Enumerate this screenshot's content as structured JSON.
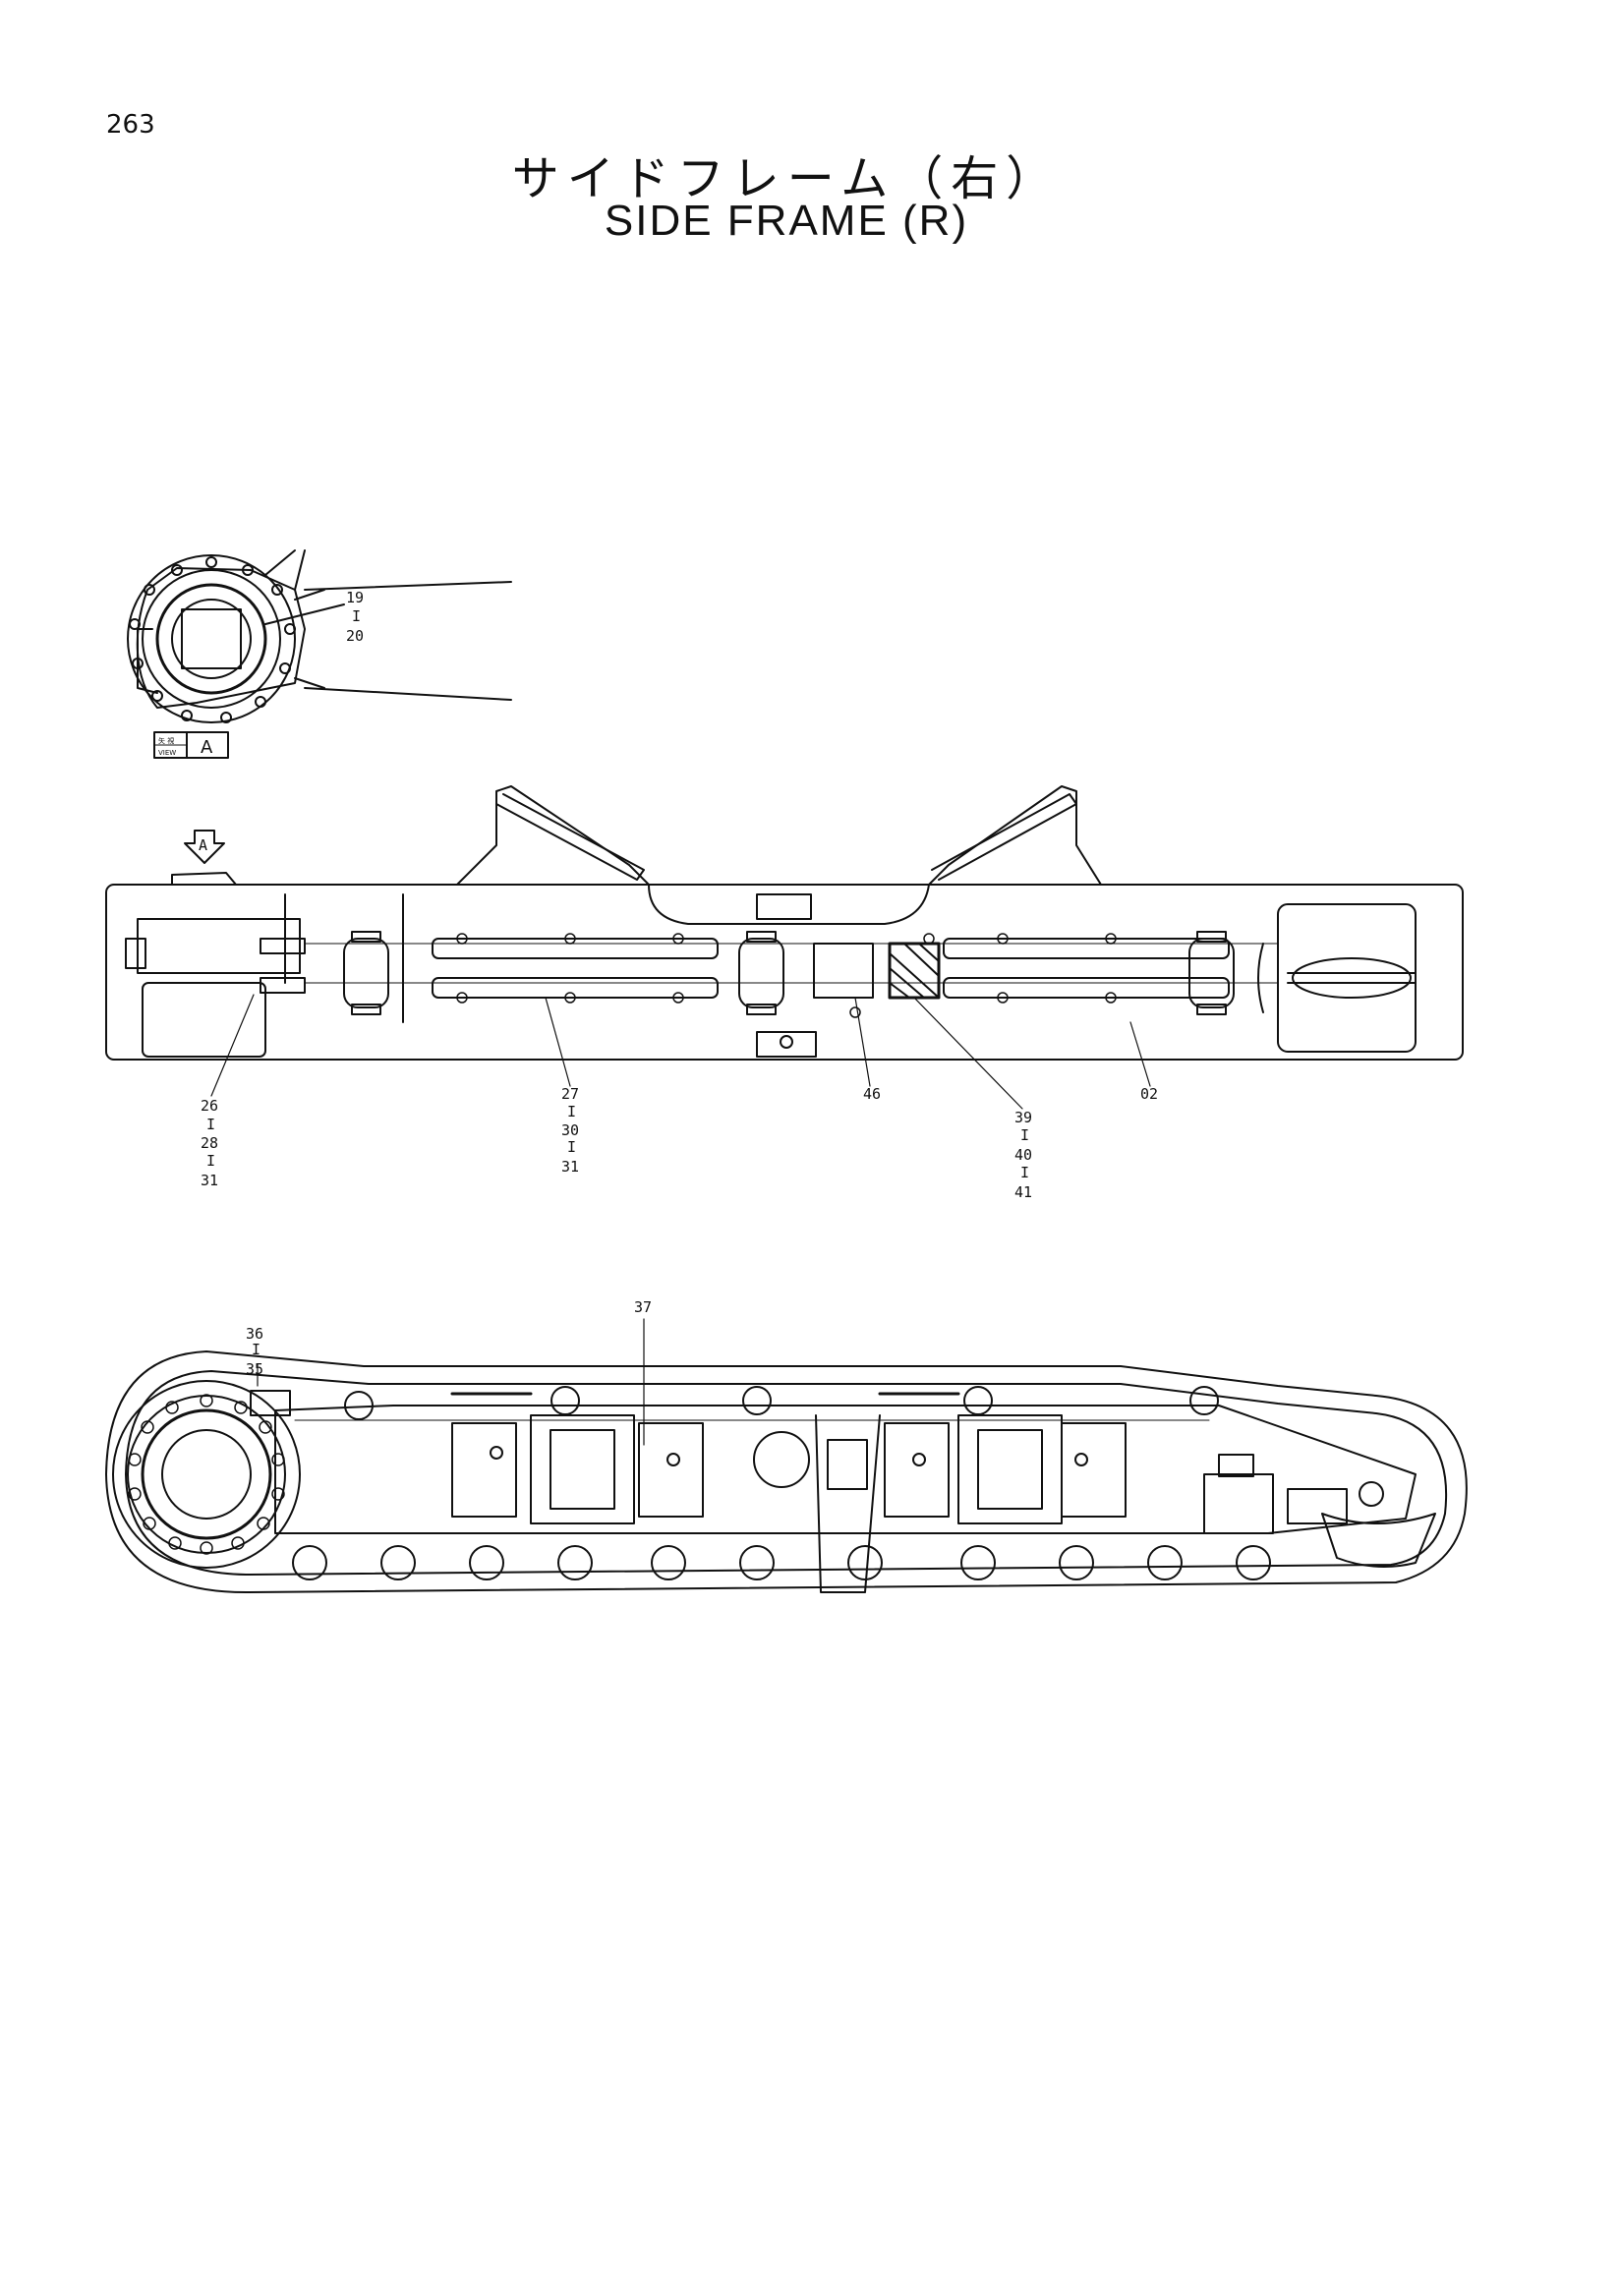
{
  "page": {
    "number": "263"
  },
  "title": {
    "japanese": "サイドフレーム（右）",
    "english": "SIDE FRAME (R)"
  },
  "view_a": {
    "box_label": "A",
    "box_small_top": "矢 視",
    "box_small_bottom": "VIEW",
    "arrow_label": "A"
  },
  "callouts": {
    "c19": "19",
    "c20": "20",
    "c26": "26",
    "c28": "28",
    "c31a": "31",
    "c27": "27",
    "c30": "30",
    "c31b": "31",
    "c46": "46",
    "c39": "39",
    "c40": "40",
    "c41": "41",
    "c02": "02",
    "c36": "36",
    "c35": "35",
    "c37": "37",
    "sep": "I"
  }
}
